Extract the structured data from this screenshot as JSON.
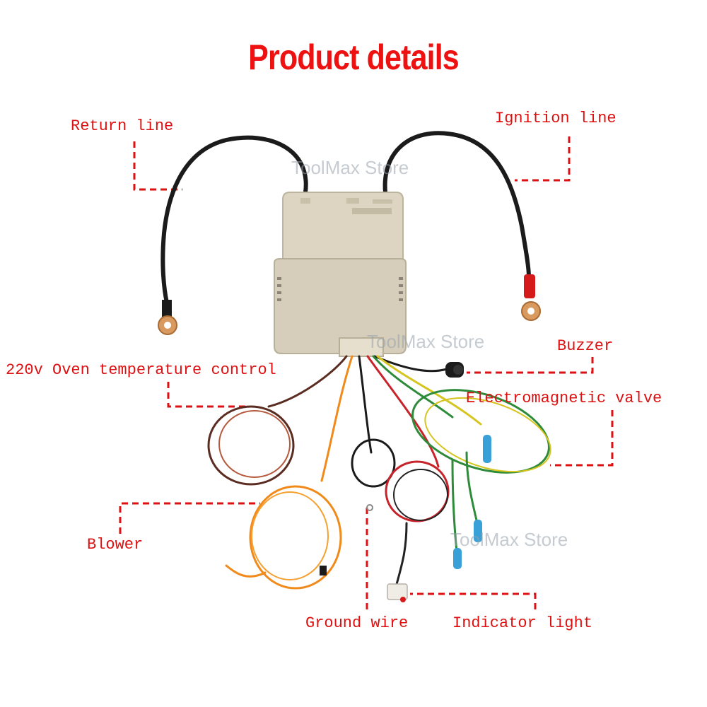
{
  "title": "Product details",
  "watermark": "ToolMax Store",
  "labels": {
    "return_line": "Return line",
    "ignition_line": "Ignition line",
    "buzzer": "Buzzer",
    "oven_temp_control": "220v Oven temperature control",
    "electromagnetic_valve": "Electromagnetic valve",
    "blower": "Blower",
    "ground_wire": "Ground wire",
    "indicator_light": "Indicator light"
  },
  "colors": {
    "label_red": "#dd1111",
    "title_red": "#ee1111",
    "housing_beige": "#d8d0bc"
  }
}
